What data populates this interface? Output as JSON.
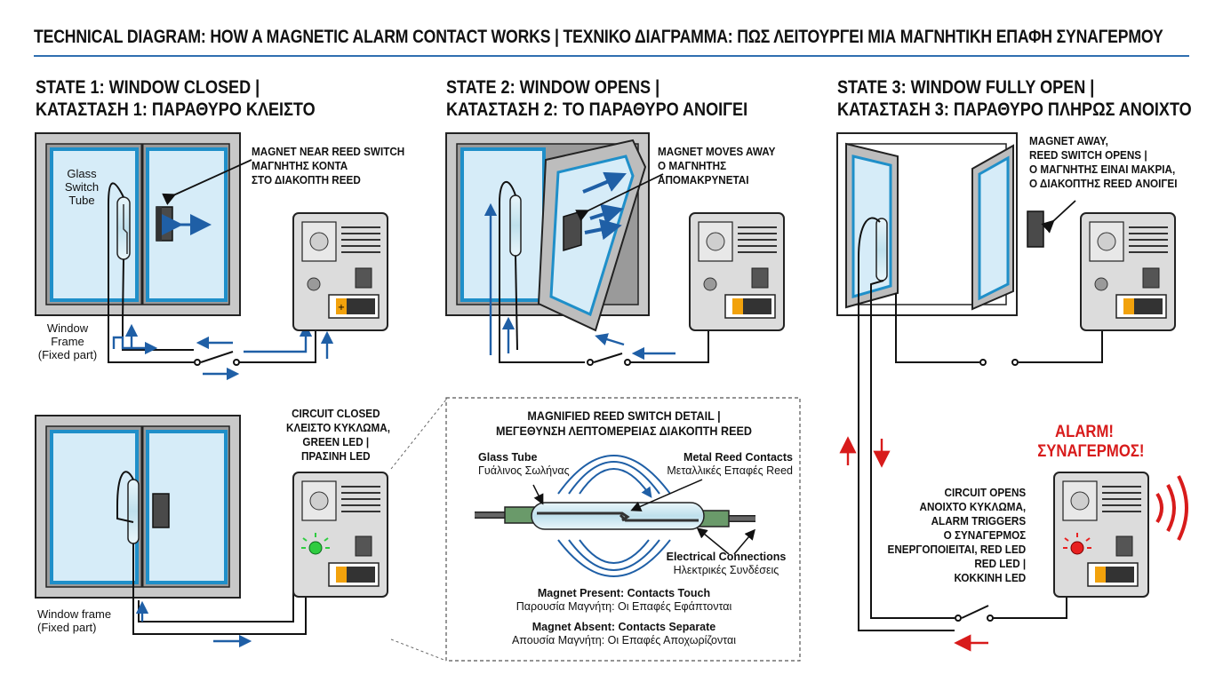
{
  "title": "TECHNICAL DIAGRAM: HOW A MAGNETIC ALARM CONTACT WORKS  | ΤΕΧΝΙΚΟ ΔΙΑΓΡΑΜΜΑ: ΠΩΣ ΛΕΙΤΟΥΡΓΕΙ ΜΙΑ ΜΑΓΝΗΤΙΚΗ ΕΠΑΦΗ ΣΥΝΑΓΕΡΜΟΥ",
  "colors": {
    "accent_blue": "#1f5fa6",
    "alarm_red": "#d81b1b",
    "led_green": "#2ecc40",
    "glass": "#d6ecf8"
  },
  "state1": {
    "title_en": "STATE 1: WINDOW CLOSED |",
    "title_gr": "ΚΑΤΑΣΤΑΣΗ 1: ΠΑΡΑΘΥΡΟ ΚΛΕΙΣΤΟ",
    "magnet_label": [
      "MAGNET NEAR REED SWITCH",
      "ΜΑΓΝΗΤΗΣ ΚΟΝΤΑ",
      "ΣΤΟ ΔΙΑΚΟΠΤΗ REED"
    ],
    "tube_label": [
      "Glass",
      "Switch",
      "Tube"
    ],
    "frame_label": [
      "Window",
      "Frame",
      "(Fixed part)"
    ]
  },
  "state2": {
    "title_en": "STATE 2: WINDOW OPENS |",
    "title_gr": "ΚΑΤΑΣΤΑΣΗ 2: ΤΟ ΠΑΡΑΘΥΡΟ ΑΝΟΙΓΕΙ",
    "magnet_label": [
      "MAGNET MOVES AWAY",
      "Ο ΜΑΓΝΗΤΗΣ",
      "ΑΠΟΜΑΚΡΥΝΕΤΑΙ"
    ]
  },
  "state3": {
    "title_en": "STATE 3: WINDOW FULLY OPEN |",
    "title_gr": "ΚΑΤΑΣΤΑΣΗ 3: ΠΑΡΑΘΥΡΟ ΠΛΗΡΩΣ ΑΝΟΙΧΤΟ",
    "magnet_label": [
      "MAGNET AWAY,",
      "REED SWITCH OPENS |",
      "Ο ΜΑΓΝΗΤΗΣ ΕΙΝΑΙ ΜΑΚΡΙΑ,",
      "Ο ΔΙΑΚΟΠΤΗΣ REED ΑΝΟΙΓΕΙ"
    ],
    "alarm": [
      "ALARM!",
      "ΣΥΝΑΓΕΡΜΟΣ!"
    ],
    "circuit_label": [
      "CIRCUIT OPENS",
      "ΑΝΟΙΧΤΟ ΚΥΚΛΩΜΑ,",
      "ALARM TRIGGERS",
      "Ο ΣΥΝΑΓΕΡΜΟΣ",
      "ΕΝΕΡΓΟΠΟΙΕΙΤΑΙ, RED LED",
      "RED LED |",
      "ΚΟΚΚΙΝΗ LED"
    ]
  },
  "closed_circuit": {
    "circuit_label": [
      "CIRCUIT CLOSED",
      "ΚΛΕΙΣΤΟ ΚΥΚΛΩΜΑ,",
      "GREEN LED |",
      "ΠΡΑΣΙΝΗ LED"
    ],
    "frame_label": [
      "Window frame",
      "(Fixed part)"
    ]
  },
  "detail": {
    "title": [
      "MAGNIFIED REED SWITCH DETAIL |",
      "ΜΕΓΕΘΥΝΣΗ ΛΕΠΤΟΜΕΡΕΙΑΣ ΔΙΑΚΟΠΤΗ REED"
    ],
    "glass_tube": "Glass Tube",
    "glass_tube_gr": "Γυάλινος Σωλήνας",
    "metal_contacts": "Metal Reed Contacts",
    "metal_contacts_gr": "Μεταλλικές Επαφές Reed",
    "electrical": "Electrical Connections",
    "electrical_gr": "Ηλεκτρικές Συνδέσεις",
    "present": "Magnet Present: Contacts Touch",
    "present_gr": "Παρουσία Μαγνήτη: Οι Επαφές Εφάπτονται",
    "absent": "Magnet Absent: Contacts Separate",
    "absent_gr": "Απουσία Μαγνήτη: Οι Επαφές Αποχωρίζονται"
  }
}
